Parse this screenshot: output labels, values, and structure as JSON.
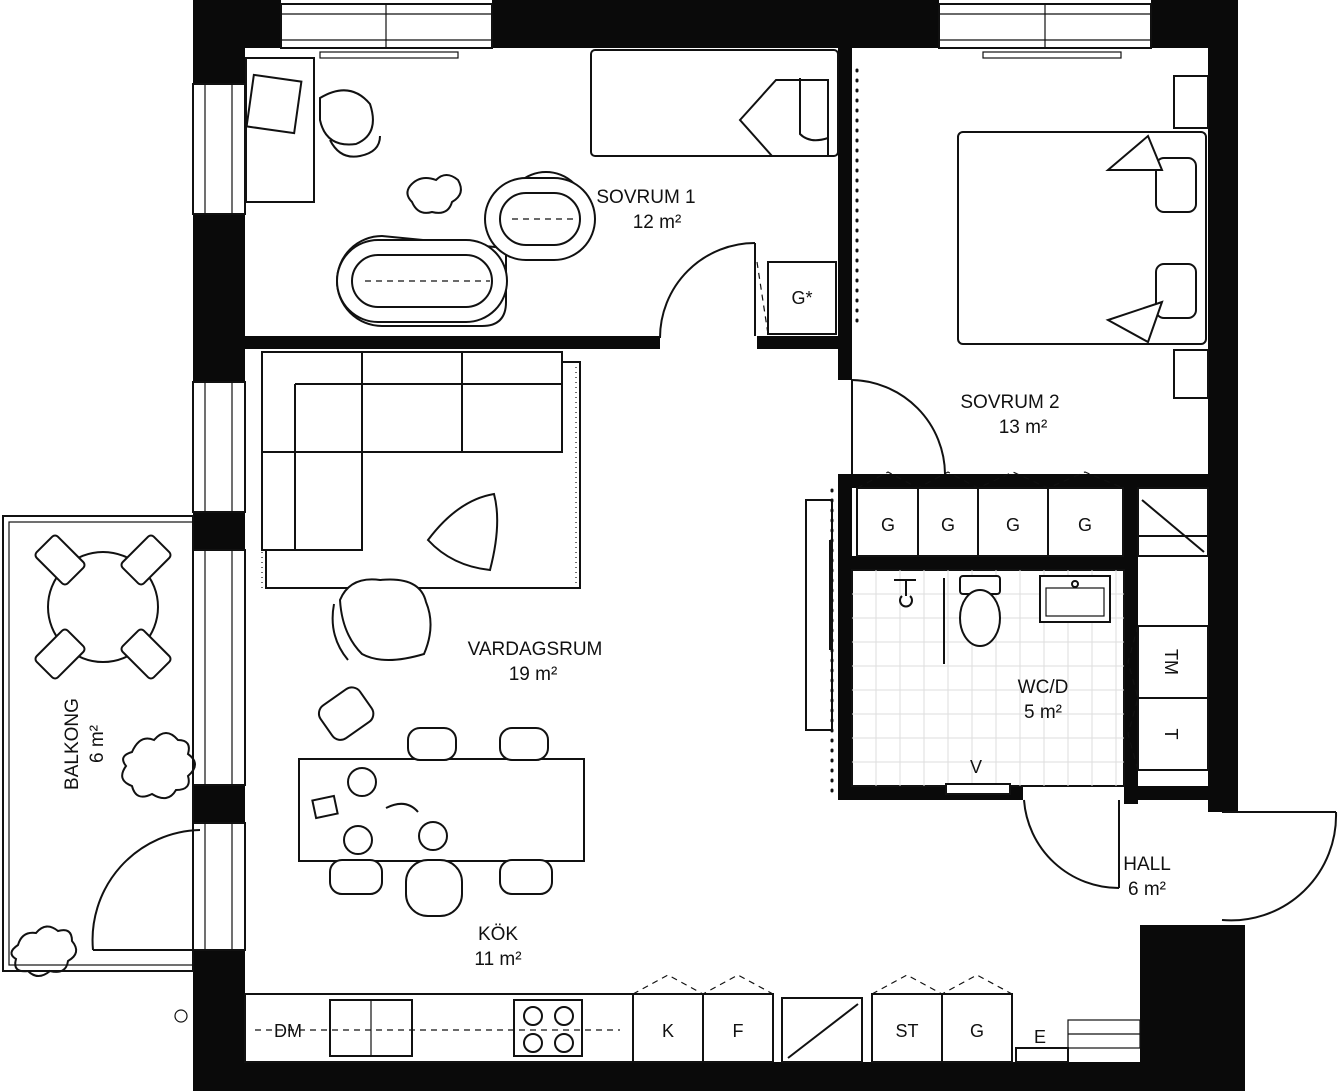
{
  "rooms": {
    "sovrum1": {
      "name": "SOVRUM 1",
      "area": "12 m²"
    },
    "sovrum2": {
      "name": "SOVRUM 2",
      "area": "13 m²"
    },
    "vardagsrum": {
      "name": "VARDAGSRUM",
      "area": "19 m²"
    },
    "kok": {
      "name": "KÖK",
      "area": "11 m²"
    },
    "wcd": {
      "name": "WC/D",
      "area": "5 m²"
    },
    "hall": {
      "name": "HALL",
      "area": "6 m²"
    },
    "balkong": {
      "name": "BALKONG",
      "area": "6 m²"
    }
  },
  "fixtures": {
    "garderob_star": "G*",
    "garderob": "G",
    "vask": "V",
    "diskmaskin": "DM",
    "kyl": "K",
    "frys": "F",
    "stadskap": "ST",
    "elcentral": "E",
    "torktumlare": "TM",
    "tvatt": "T"
  }
}
